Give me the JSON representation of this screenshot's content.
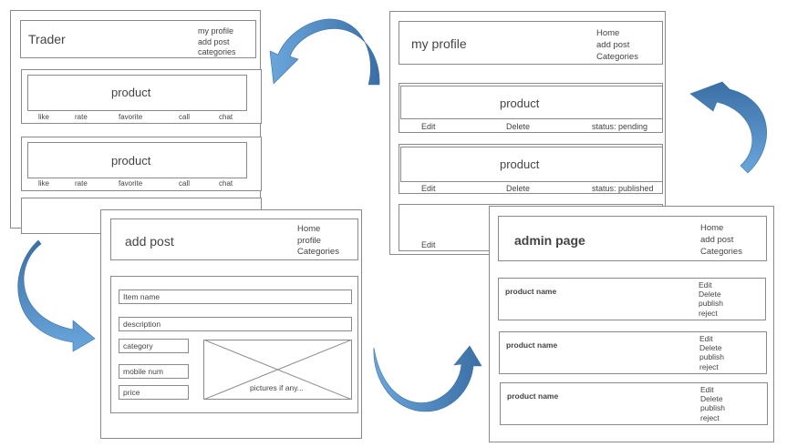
{
  "trader": {
    "title": "Trader",
    "nav": [
      "my profile",
      "add post",
      "categories"
    ],
    "card_title": "product",
    "actions": [
      "like",
      "rate",
      "favorite",
      "call",
      "chat"
    ]
  },
  "profile": {
    "title": "my profile",
    "nav": [
      "Home",
      "add post",
      "Categories"
    ],
    "cards": [
      {
        "title": "product",
        "edit": "Edit",
        "delete": "Delete",
        "status": "status: pending"
      },
      {
        "title": "product",
        "edit": "Edit",
        "delete": "Delete",
        "status": "status: published"
      }
    ],
    "partial_edit": "Edit"
  },
  "add_post": {
    "title": "add post",
    "nav": [
      "Home",
      "profile",
      "Categories"
    ],
    "fields": {
      "item_name": "Item name",
      "description": "description",
      "category": "category",
      "mobile": "mobile num",
      "price": "price"
    },
    "pictures": "pictures if any..."
  },
  "admin": {
    "title": "admin page",
    "nav": [
      "Home",
      "add post",
      "Categories"
    ],
    "rows": [
      {
        "name": "product name",
        "actions": [
          "Edit",
          "Delete",
          "publish",
          "reject"
        ]
      },
      {
        "name": "product name",
        "actions": [
          "Edit",
          "Delete",
          "publish",
          "reject"
        ]
      },
      {
        "name": "product name",
        "actions": [
          "Edit",
          "Delete",
          "publish",
          "reject"
        ]
      }
    ]
  },
  "colors": {
    "arrow_light": "#5b9bd5",
    "arrow_dark": "#3a6fa5",
    "border": "#8a8a8a"
  }
}
